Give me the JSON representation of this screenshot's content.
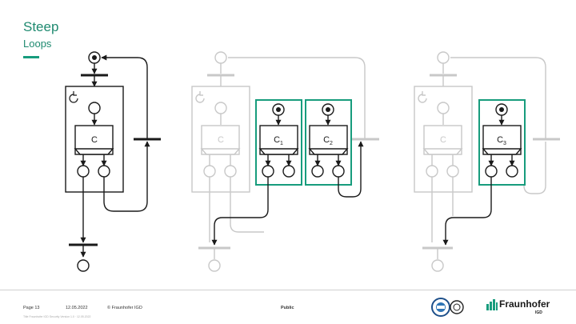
{
  "slide": {
    "title": "Steep",
    "subtitle": "Loops"
  },
  "diagram": {
    "panels": [
      {
        "process_label": "C",
        "subprocesses": []
      },
      {
        "process_label": "C",
        "subprocesses": [
          {
            "base": "C",
            "index": "1"
          },
          {
            "base": "C",
            "index": "2"
          }
        ]
      },
      {
        "process_label": "C",
        "subprocesses": [
          {
            "base": "C",
            "index": "3"
          }
        ]
      }
    ],
    "colors": {
      "active": "#1a1a1a",
      "faded": "#c8c8c8",
      "highlight_border": "#179c7d"
    },
    "icons": [
      "loop-icon"
    ]
  },
  "footer": {
    "page": "Page 13",
    "date": "12.05.2022",
    "copyright": "© Fraunhofer IGD",
    "classification": "Public",
    "small_print": "Title  Fraunhofer IGD Security  Version 1.0 · 12.05.2022"
  },
  "logo": {
    "name": "Fraunhofer",
    "institute": "IGD",
    "brand_color": "#179c7d"
  }
}
